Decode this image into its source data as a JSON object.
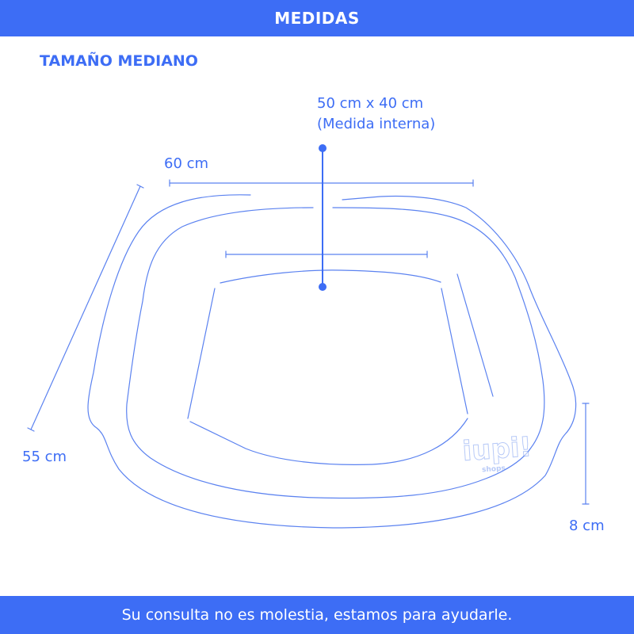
{
  "header": {
    "title": "MEDIDAS"
  },
  "subtitle": "TAMAÑO MEDIANO",
  "dimensions": {
    "inner_size": "50 cm x 40 cm",
    "inner_note": "(Medida interna)",
    "width": "60 cm",
    "depth": "55 cm",
    "height": "8 cm"
  },
  "watermark": {
    "brand": "iupi!",
    "sub": "shops"
  },
  "footer": {
    "text": "Su consulta no es molestia, estamos para ayudarle."
  },
  "colors": {
    "accent": "#3d6df5",
    "line": "#5b82f0"
  }
}
